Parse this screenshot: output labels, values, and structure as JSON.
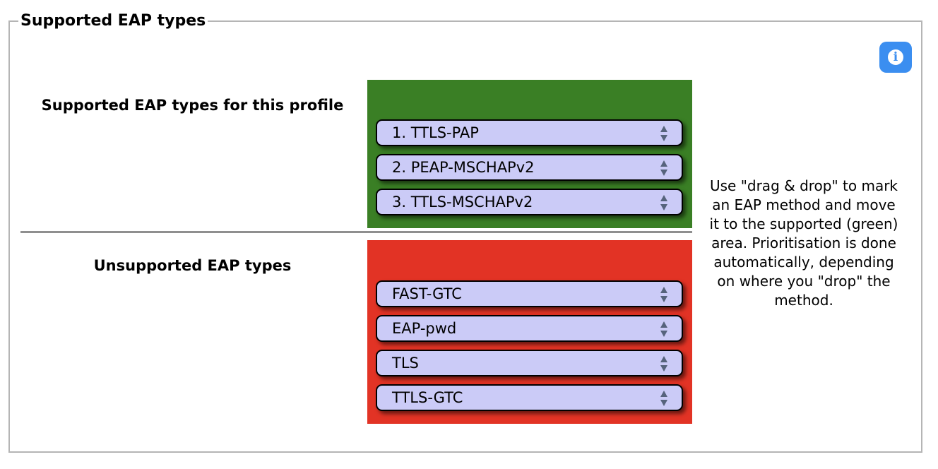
{
  "section": {
    "legend": "Supported EAP types"
  },
  "supported": {
    "label": "Supported EAP types for this profile",
    "zone_color": "#3a7f25",
    "items": [
      {
        "label": "1. TTLS-PAP"
      },
      {
        "label": "2. PEAP-MSCHAPv2"
      },
      {
        "label": "3. TTLS-MSCHAPv2"
      }
    ]
  },
  "unsupported": {
    "label": "Unsupported EAP types",
    "zone_color": "#e23325",
    "items": [
      {
        "label": "FAST-GTC"
      },
      {
        "label": "EAP-pwd"
      },
      {
        "label": "TLS"
      },
      {
        "label": "TTLS-GTC"
      }
    ]
  },
  "help": {
    "text": "Use \"drag & drop\" to mark an EAP method and move it to the supported (green) area. Prioritisation is done automatically, depending on where you \"drop\" the method."
  },
  "info_button": {
    "icon": "info-icon",
    "glyph": "i",
    "color": "#3b8ef0"
  },
  "item_style": {
    "background": "#cbcbf7",
    "sort_icon": "sort-arrows-icon"
  }
}
